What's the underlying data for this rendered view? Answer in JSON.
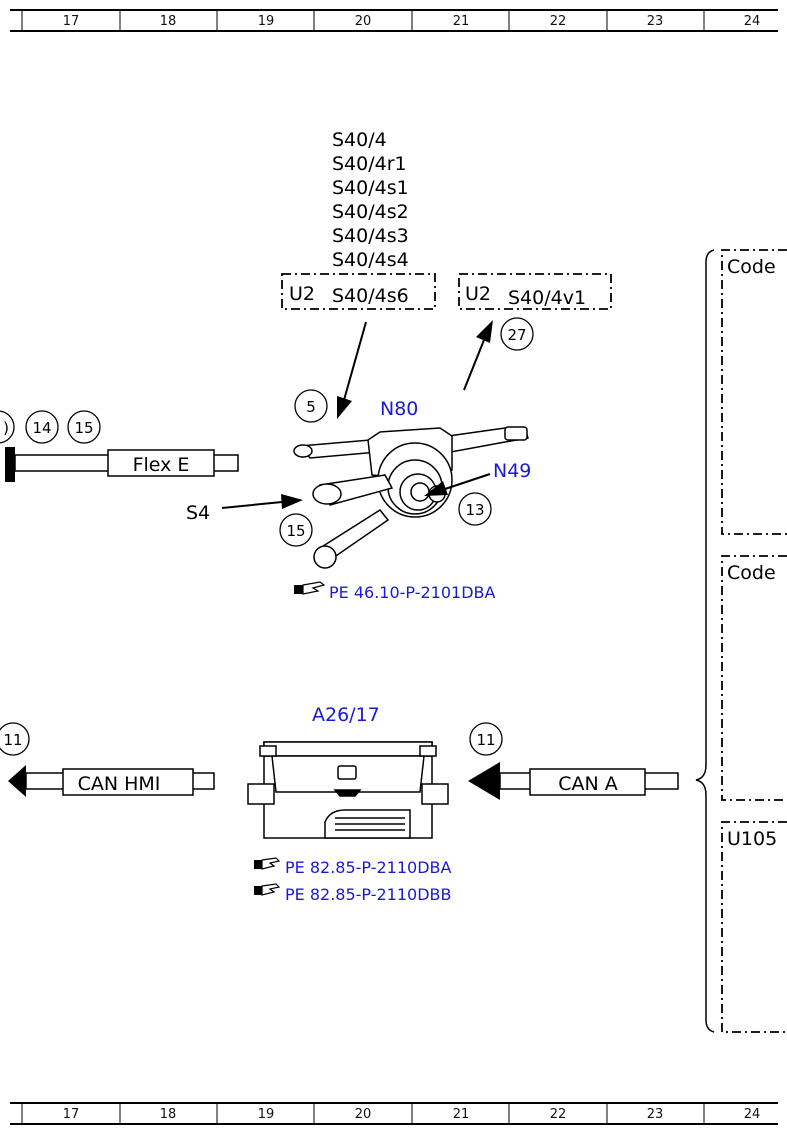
{
  "grid": {
    "columns": [
      "17",
      "18",
      "19",
      "20",
      "21",
      "22",
      "23",
      "24"
    ]
  },
  "steering_switch": {
    "switch_list": [
      "S40/4",
      "S40/4r1",
      "S40/4s1",
      "S40/4s2",
      "S40/4s3",
      "S40/4s4"
    ],
    "box_left": {
      "tag": "U2",
      "label": "S40/4s6"
    },
    "box_right": {
      "tag": "U2",
      "label": "S40/4v1"
    },
    "component": "N80",
    "sub_component": "N49",
    "switch_label": "S4",
    "callouts": {
      "c5": "5",
      "c27": "27",
      "c13": "13",
      "c15_lower": "15",
      "c14": "14",
      "c15_upper": "15",
      "c_partial_top": ")"
    },
    "bus": "Flex E",
    "reference": "PE 46.10-P-2101DBA"
  },
  "display_unit": {
    "component": "A26/17",
    "bus_left": "CAN HMI",
    "bus_right": "CAN A",
    "callouts": {
      "c11_left": "11",
      "c11_right": "11"
    },
    "references": [
      "PE 82.85-P-2110DBA",
      "PE 82.85-P-2110DBB"
    ]
  },
  "right_panel": {
    "boxes": [
      "Code",
      "Code",
      "U105"
    ]
  }
}
